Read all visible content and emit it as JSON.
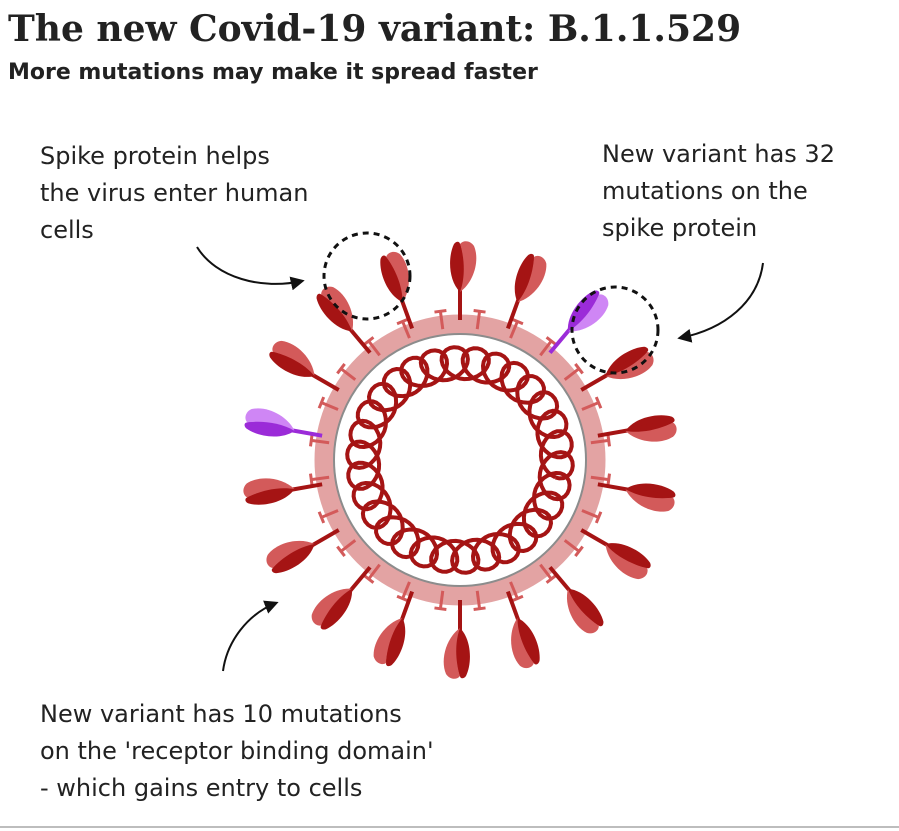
{
  "header": {
    "title": "The new Covid-19 variant: B.1.1.529",
    "subtitle": "More mutations may make it spread faster"
  },
  "annotations": {
    "spike": [
      "Spike protein helps",
      "the virus enter human",
      "cells"
    ],
    "mutations_32": [
      "New variant has 32",
      "mutations on the",
      "spike protein"
    ],
    "mutations_10": [
      "New variant has 10 mutations",
      "on the 'receptor binding domain'",
      "- which gains entry to cells"
    ]
  },
  "colors": {
    "spike_dark": "#a51414",
    "spike_light": "#d35a5a",
    "membrane": "#e3a3a3",
    "membrane_edge": "#8c8c8c",
    "rna": "#a51414",
    "mutated_spike_dark": "#9b2bd8",
    "mutated_spike_light": "#cf86f5",
    "text": "#222222",
    "dashed_circle": "#111111"
  },
  "icons": {
    "virus": "coronavirus-diagram",
    "arrow": "curved-arrow"
  }
}
